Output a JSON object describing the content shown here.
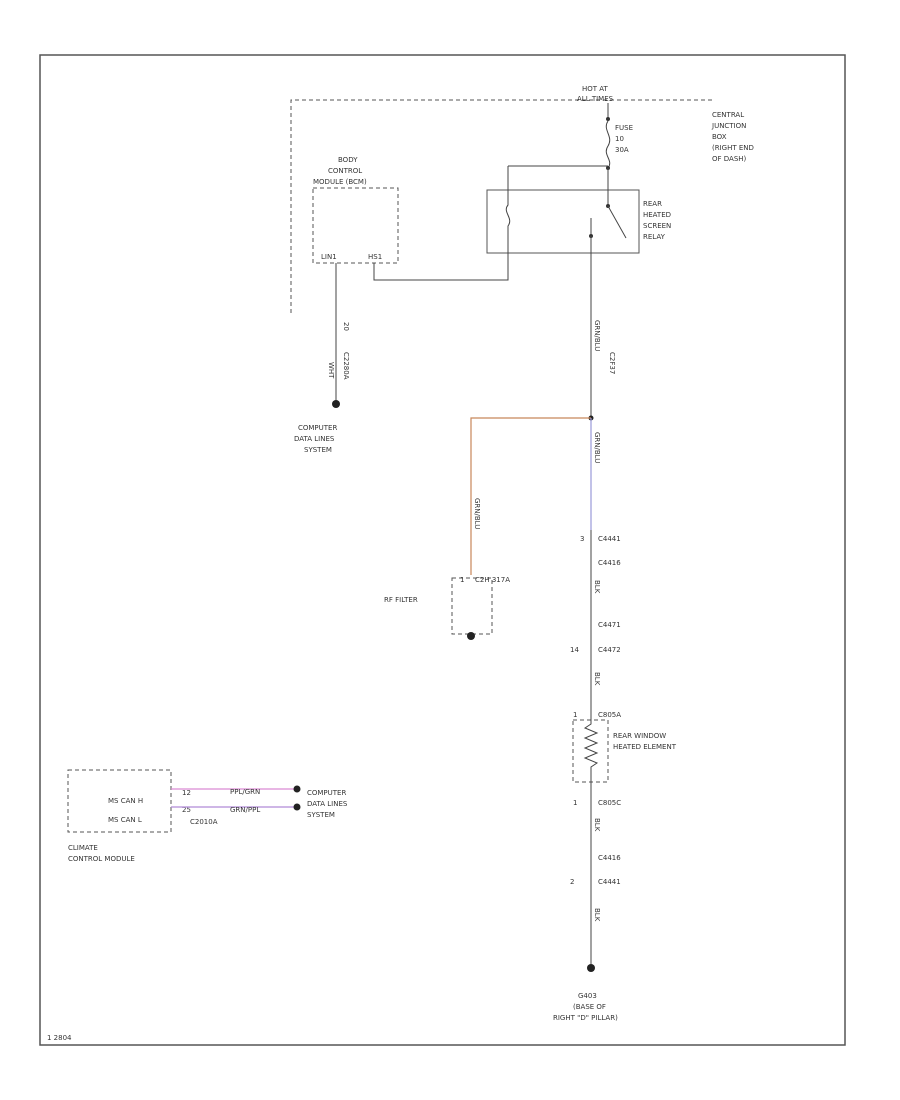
{
  "colors": {
    "wire": "#444444",
    "wire_orange": "#c8875a",
    "wire_blue": "#9a9ad8",
    "wire_pink": "#d98ad4",
    "wire_violet": "#b08ad8",
    "dash": "#555555"
  },
  "fuse_box": {
    "hot_line1": "HOT AT",
    "hot_line2": "ALL TIMES",
    "fuse_line1": "FUSE",
    "fuse_line2": "10",
    "fuse_line3": "30A",
    "cjb_line1": "CENTRAL",
    "cjb_line2": "JUNCTION",
    "cjb_line3": "BOX",
    "cjb_line4": "(RIGHT END",
    "cjb_line5": "OF DASH)"
  },
  "relay": {
    "line1": "REAR",
    "line2": "HEATED",
    "line3": "SCREEN",
    "line4": "RELAY"
  },
  "bcm": {
    "line1": "BODY",
    "line2": "CONTROL",
    "line3": "MODULE (BCM)",
    "pin_left": "LIN1",
    "pin_right": "HS1"
  },
  "bcm_wire": {
    "wire_label": "WHT",
    "connector": "C2280A",
    "pin": "20"
  },
  "cdl_top": {
    "line1": "COMPUTER",
    "line2": "DATA LINES",
    "line3": "SYSTEM"
  },
  "main_wire": {
    "upper_wire": "GRN/BLU",
    "upper_connector": "C2F37",
    "lower_wire": "GRN/BLU",
    "orange_wire": "GRN/BLU",
    "pin_c1": "3",
    "c1a": "C4441",
    "c1b": "C4416",
    "wire_1": "BLK",
    "c2a": "C4471",
    "pin_c2": "14",
    "c2b": "C4472",
    "wire_2": "BLK",
    "c3a": "C805A",
    "pin_c3a": "1",
    "element_line1": "REAR WINDOW",
    "element_line2": "HEATED ELEMENT",
    "pin_c3b": "1",
    "c3b": "C805C",
    "wire_3": "BLK",
    "c4a": "C4416",
    "pin_c4": "2",
    "c4b": "C4441",
    "wire_4": "BLK"
  },
  "rf_filter": {
    "label": "RF FILTER",
    "pin": "1",
    "connector": "C2H 317A"
  },
  "ground": {
    "line1": "G403",
    "line2": "(BASE OF",
    "line3": "RIGHT \"D\" PILLAR)"
  },
  "climate": {
    "pin_a": "MS CAN H",
    "pin_b": "MS CAN L",
    "pin_a_num": "12",
    "pin_b_num": "25",
    "connector": "C2010A",
    "wire_a": "PPL/GRN",
    "wire_b": "GRN/PPL",
    "module_line1": "CLIMATE",
    "module_line2": "CONTROL MODULE"
  },
  "cdl_bottom": {
    "line1": "COMPUTER",
    "line2": "DATA LINES",
    "line3": "SYSTEM"
  },
  "corner_code": "1 2804"
}
